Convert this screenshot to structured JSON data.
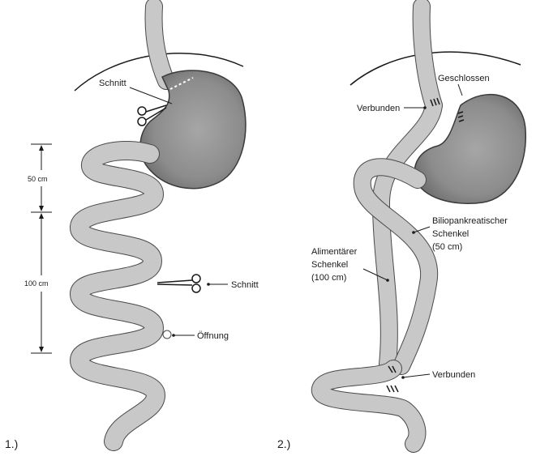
{
  "panel1": {
    "number": "1.)",
    "labels": {
      "cut_top": "Schnitt",
      "cut_mid": "Schnitt",
      "opening": "Öffnung",
      "dim_50": "50 cm",
      "dim_100": "100 cm"
    }
  },
  "panel2": {
    "number": "2.)",
    "labels": {
      "closed": "Geschlossen",
      "joined_top": "Verbunden",
      "biliopancreatic_1": "Biliopankreatischer",
      "biliopancreatic_2": "Schenkel",
      "biliopancreatic_3": "(50 cm)",
      "alimentary_1": "Alimentärer",
      "alimentary_2": "Schenkel",
      "alimentary_3": "(100 cm)",
      "joined_bottom": "Verbunden"
    }
  },
  "colors": {
    "intestine_fill": "#c8c8c8",
    "intestine_outline": "#4a4a4a",
    "stomach_dark": "#8a8a8a",
    "ink": "#1a1a1a"
  }
}
